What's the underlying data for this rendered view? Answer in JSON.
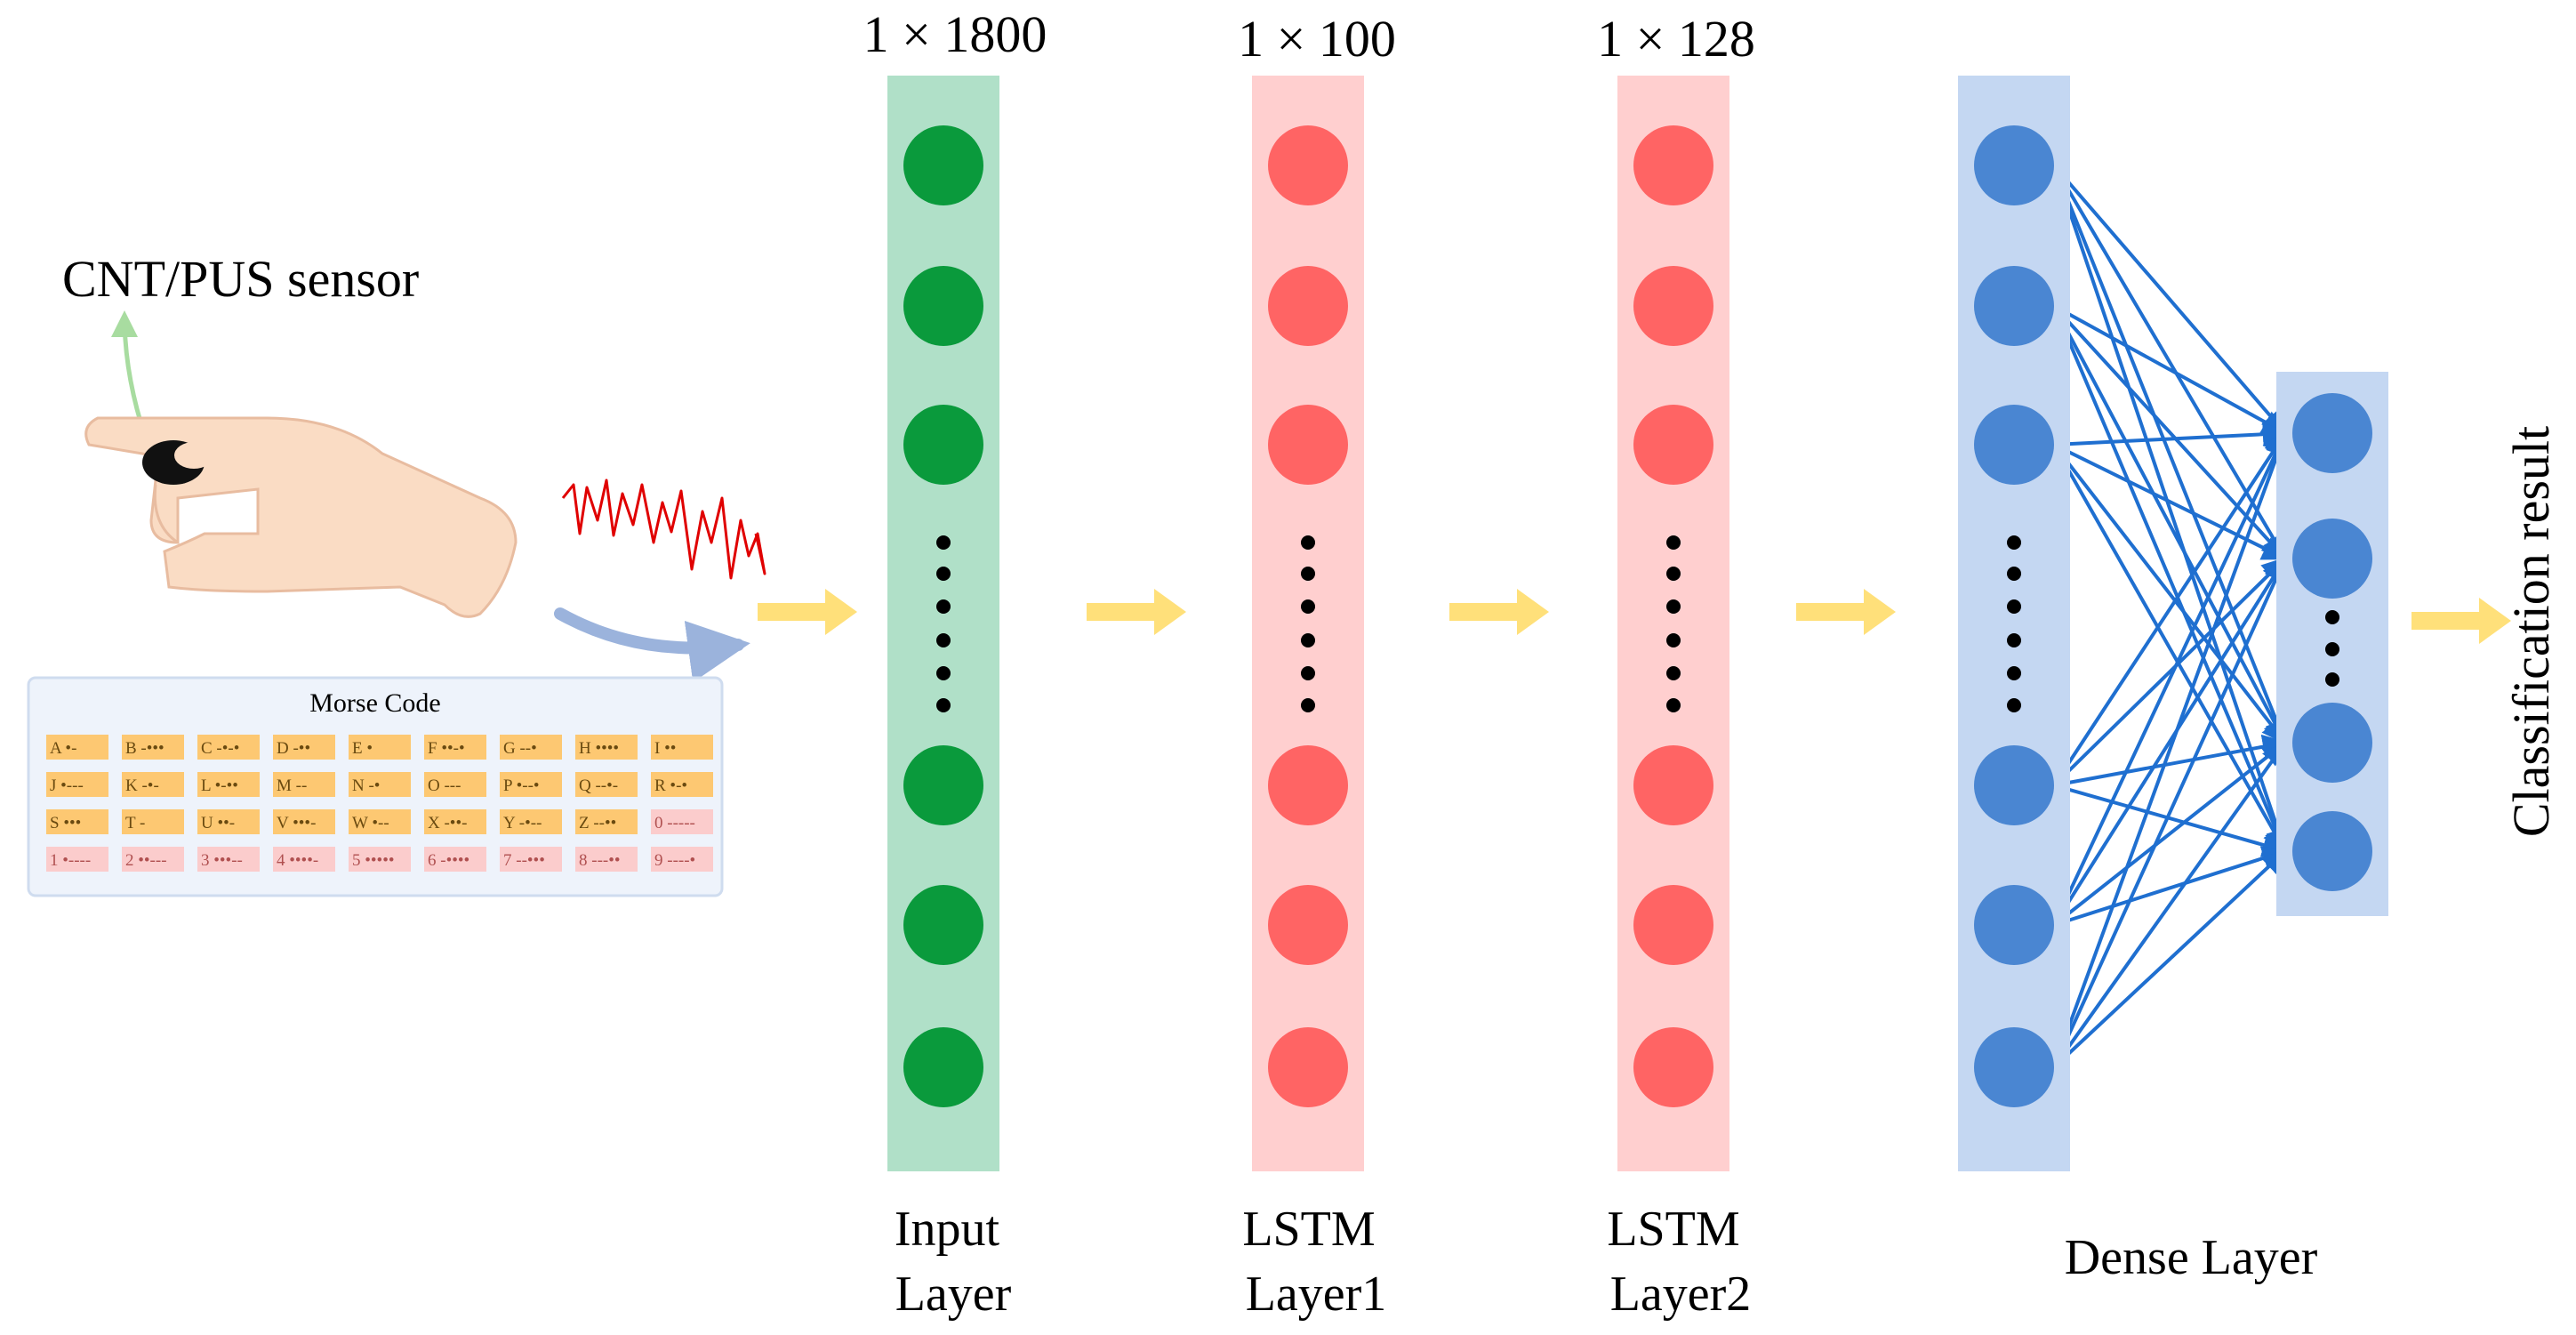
{
  "sensor_label": "CNT/PUS sensor",
  "morse": {
    "title": "Morse Code",
    "rows": [
      [
        "A •-",
        "B -•••",
        "C -•-•",
        "D -••",
        "E •",
        "F ••-•",
        "G --•",
        "H ••••",
        "I ••"
      ],
      [
        "J •---",
        "K -•-",
        "L •-••",
        "M --",
        "N -•",
        "O ---",
        "P •--•",
        "Q --•-",
        "R •-•"
      ],
      [
        "S •••",
        "T -",
        "U ••-",
        "V •••-",
        "W •--",
        "X -••-",
        "Y -•--",
        "Z --••",
        "0 -----"
      ],
      [
        "1 •----",
        "2 ••---",
        "3 •••--",
        "4 ••••-",
        "5 •••••",
        "6 -••••",
        "7 --•••",
        "8 ---••",
        "9 ----•"
      ]
    ]
  },
  "layers": [
    {
      "dim": "1 × 1800",
      "label_line1": "Input",
      "label_line2": "Layer"
    },
    {
      "dim": "1 × 100",
      "label_line1": "LSTM",
      "label_line2": "Layer1"
    },
    {
      "dim": "1 × 128",
      "label_line1": "LSTM",
      "label_line2": "Layer2"
    }
  ],
  "dense_label": "Dense Layer",
  "output_label": "Classification result",
  "colors": {
    "input_band": "#b0e0c8",
    "input_node": "#0a9a3c",
    "lstm_band": "#ffcfcf",
    "lstm_node": "#ff6464",
    "dense_band": "#c4d7f2",
    "dense_node": "#4a86d2",
    "connection": "#1f6fd0",
    "arrow": "#ffe07a",
    "signal": "#e00000",
    "skin": "#fadcc4",
    "morse_letter_cell": "#fdc872",
    "morse_digit_cell": "#fbcccc"
  },
  "icons": [
    "hand-icon",
    "ring-sensor-icon",
    "signal-waveform-icon",
    "flow-arrow-icon"
  ]
}
